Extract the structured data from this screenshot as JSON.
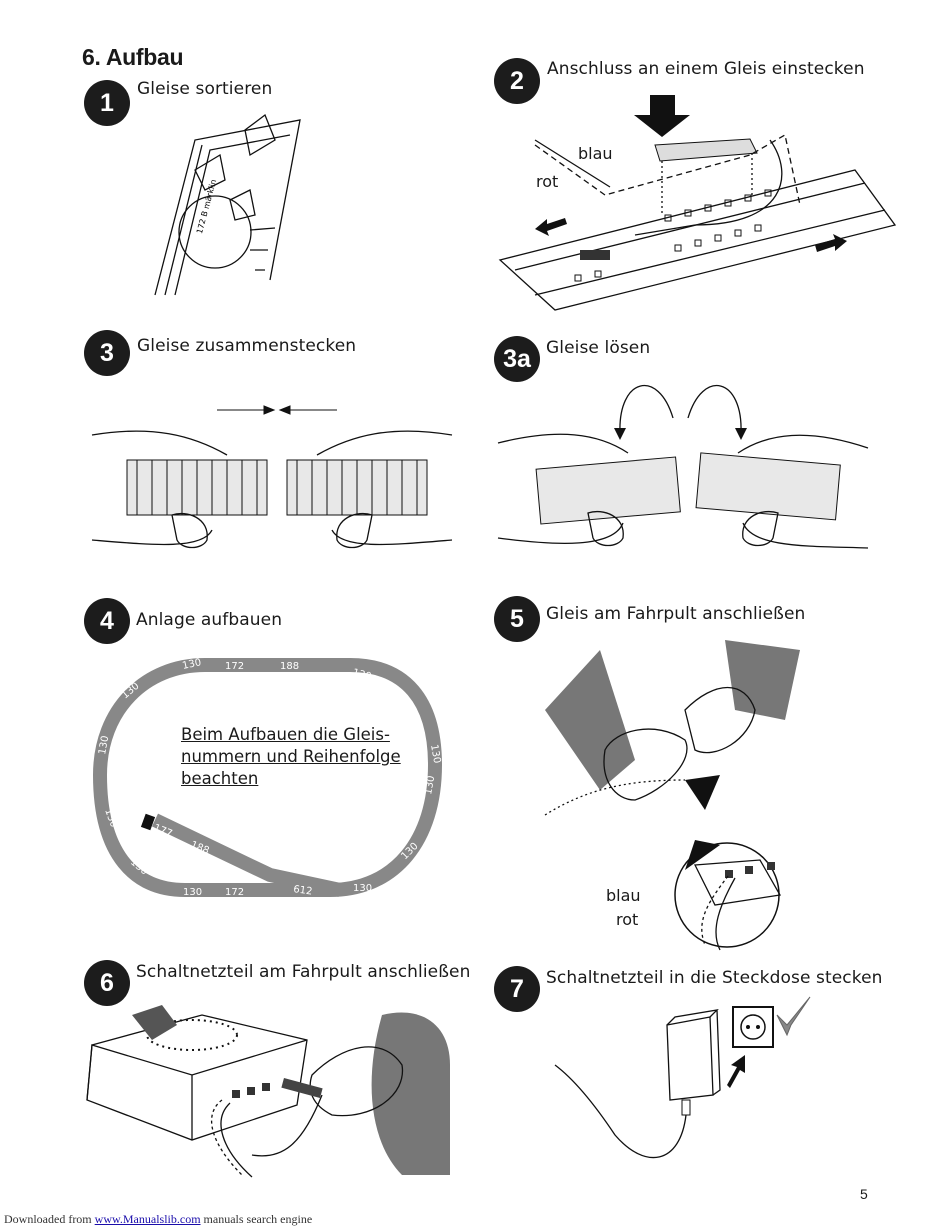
{
  "heading": "6. Aufbau",
  "steps": [
    {
      "num": "1",
      "title": "Gleise sortieren"
    },
    {
      "num": "2",
      "title": "Anschluss an einem Gleis einstecken"
    },
    {
      "num": "3",
      "title": "Gleise zusammenstecken"
    },
    {
      "num": "3a",
      "title": "Gleise lösen"
    },
    {
      "num": "4",
      "title": "Anlage aufbauen"
    },
    {
      "num": "5",
      "title": "Gleis am Fahrpult anschließen"
    },
    {
      "num": "6",
      "title": "Schaltnetzteil am Fahrpult anschließen"
    },
    {
      "num": "7",
      "title": "Schaltnetzteil in die Steckdose stecken"
    }
  ],
  "step1_label": "172 B märklin",
  "step2_labels": {
    "blue": "blau",
    "red": "rot"
  },
  "step5_labels": {
    "blue": "blau",
    "red": "rot"
  },
  "layout_note": [
    "Beim Aufbauen die Gleis-",
    "nummern und Reihenfolge",
    "beachten"
  ],
  "track_numbers": [
    "130",
    "172",
    "188",
    "130",
    "130",
    "130",
    "130",
    "130",
    "130",
    "130",
    "130",
    "612",
    "172",
    "130",
    "130",
    "188",
    "177"
  ],
  "page_number": "5",
  "footer": {
    "prefix": "Downloaded from ",
    "link": "www.Manualslib.com",
    "suffix": " manuals search engine"
  }
}
